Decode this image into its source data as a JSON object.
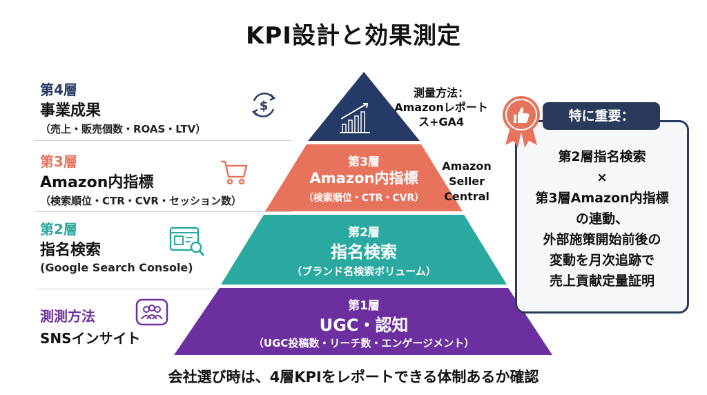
{
  "title": "KPI設計と効果測定",
  "footer": "会社選び時は、4層KPIをレポートできる体制あるか確認",
  "colors": {
    "tier4": "#253a66",
    "tier3": "#e8735c",
    "tier2": "#2aa9a0",
    "tier1": "#6b2fa0",
    "card_border": "#2a3a5a"
  },
  "left_labels": {
    "tier4": {
      "tier": "第4層",
      "name": "事業成果",
      "sub": "（売上・販売個数・ROAS・LTV）",
      "icon": "dollar-cycle-icon"
    },
    "tier3": {
      "tier": "第3層",
      "name": "Amazon内指標",
      "sub": "（検索順位・CTR・CVR・セッション数）",
      "icon": "shopping-cart-icon"
    },
    "tier2": {
      "tier": "第2層",
      "name": "指名検索",
      "sub": "(Google Search Console)",
      "icon": "search-analytics-icon"
    },
    "tier1": {
      "tier": "測測方法",
      "name": "SNSインサイト",
      "icon": "users-icon"
    }
  },
  "pyramid": {
    "tier4": {
      "icon": "growth-chart-icon"
    },
    "tier3": {
      "tier": "第3層",
      "name": "Amazon内指標",
      "sub": "（検索順位・CTR・CVR）"
    },
    "tier2": {
      "tier": "第2層",
      "name": "指名検索",
      "sub": "（ブランド名検索ボリューム）"
    },
    "tier1": {
      "tier": "第1層",
      "name": "UGC・認知",
      "sub": "（UGC投稿数・リーチ数・エンゲージメント）"
    }
  },
  "methods": {
    "top": [
      "測量方法：",
      "Amazonレポート",
      "ス+GA4"
    ],
    "amazon": [
      "Amazon",
      "Seller",
      "Central"
    ]
  },
  "card": {
    "badge_icon": "thumbs-up-badge-icon",
    "title": "特に重要：",
    "lines": [
      "第2層指名検索",
      "×",
      "第3層Amazon内指標",
      "の連動、",
      "外部施策開始前後の",
      "変動を月次追跡で",
      "売上貢献定量証明"
    ]
  }
}
